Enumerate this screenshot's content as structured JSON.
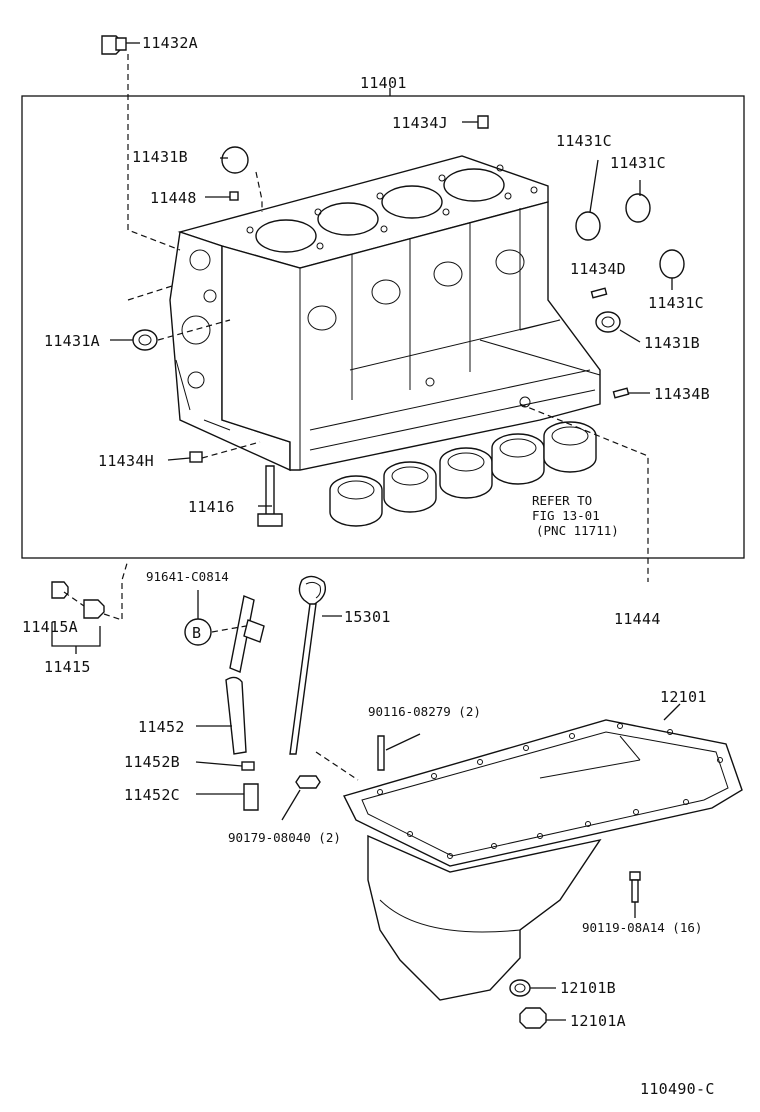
{
  "labels": {
    "p11432A": "11432A",
    "p11401": "11401",
    "p11434J": "11434J",
    "p11431B_top": "11431B",
    "p11448": "11448",
    "p11431C_1": "11431C",
    "p11431C_2": "11431C",
    "p11434D": "11434D",
    "p11431C_3": "11431C",
    "p11431A": "11431A",
    "p11431B_right": "11431B",
    "p11434B": "11434B",
    "p11434H": "11434H",
    "p11416": "11416",
    "refer_line1": "REFER TO",
    "refer_line2": "FIG 13-01",
    "refer_line3": "(PNC 11711)",
    "p91641": "91641-C0814",
    "b_callout": "B",
    "p15301": "15301",
    "p11444": "11444",
    "p11415A": "11415A",
    "p11415": "11415",
    "p12101": "12101",
    "p90116": "90116-08279 (2)",
    "p11452": "11452",
    "p11452B": "11452B",
    "p11452C": "11452C",
    "p90179": "90179-08040 (2)",
    "p90119": "90119-08A14 (16)",
    "p12101B": "12101B",
    "p12101A": "12101A",
    "figure_id": "110490-C"
  }
}
